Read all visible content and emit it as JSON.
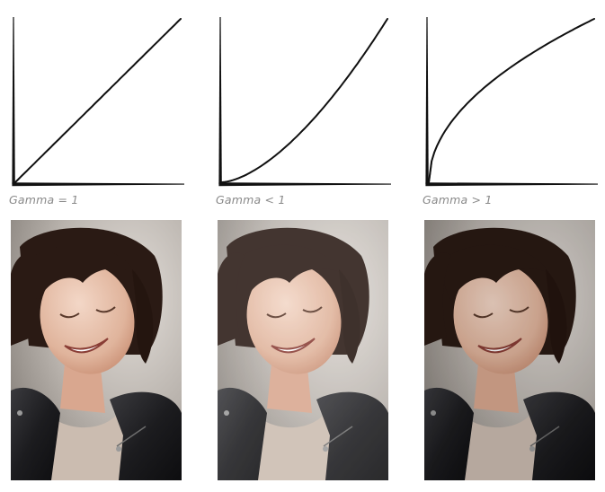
{
  "panels": [
    {
      "caption": "Gamma = 1",
      "gamma": 1.0,
      "tone_icon": "portrait-photo-neutral"
    },
    {
      "caption": "Gamma < 1",
      "gamma": 1.6,
      "tone_icon": "portrait-photo-lighter"
    },
    {
      "caption": "Gamma > 1",
      "gamma": 0.5,
      "tone_icon": "portrait-photo-darker"
    }
  ],
  "colors": {
    "axis": "#111111",
    "curve": "#111111",
    "caption": "#8a8a8a",
    "hair": "#2a1a14",
    "skin": "#e6c1ae",
    "jacket": "#1e1e20",
    "shirt": "#cbbcb0",
    "background_blur": "#c9c3bd"
  }
}
